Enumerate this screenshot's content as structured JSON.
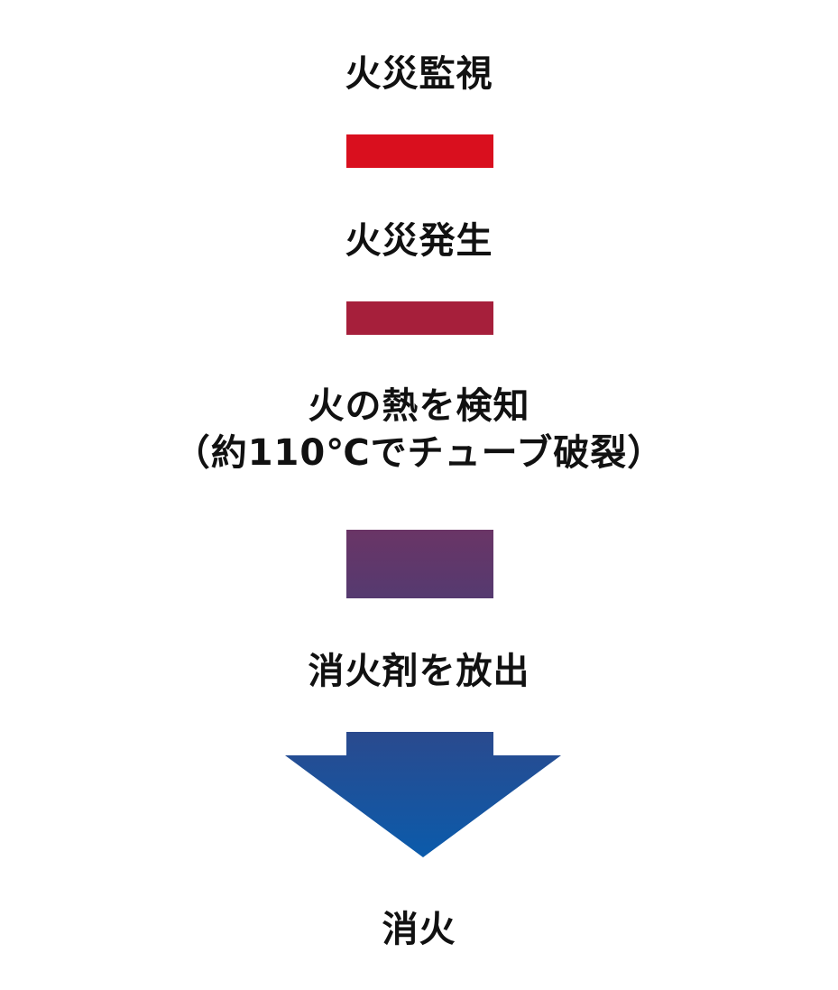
{
  "steps": [
    {
      "lines": [
        "火災監視"
      ]
    },
    {
      "lines": [
        "火災発生"
      ]
    },
    {
      "lines": [
        "火の熱を検知",
        "（約110℃でチューブ破裂）"
      ]
    },
    {
      "lines": [
        "消火剤を放出"
      ]
    },
    {
      "lines": [
        "消火"
      ]
    }
  ],
  "connectors": [
    {
      "color": "#d90f1e"
    },
    {
      "color": "#a61f3b"
    },
    {
      "color_top": "#6a3566",
      "color_bottom": "#553a70"
    }
  ],
  "arrow": {
    "color_top": "#2a4a8e",
    "color_bottom": "#0b5bab"
  }
}
